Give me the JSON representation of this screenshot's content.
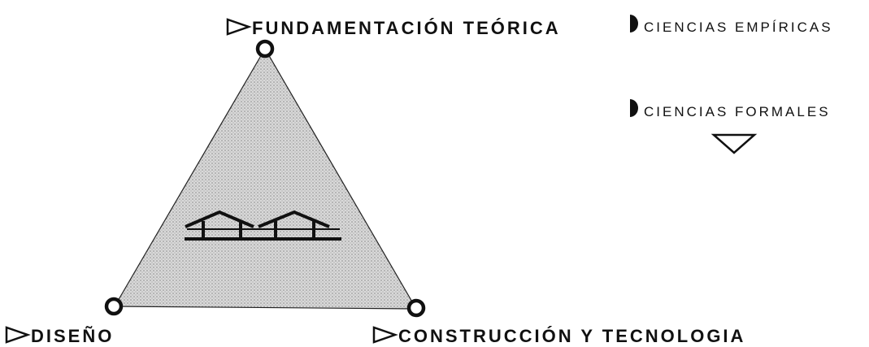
{
  "diagram": {
    "vertices": {
      "top": "FUNDAMENTACIÓN TEÓRICA",
      "bottom_left": "DISEÑO",
      "bottom_right": "CONSTRUCCIÓN Y TECNOLOGIA"
    },
    "side_items": [
      "CIENCIAS EMPÍRICAS",
      "CIENCIAS FORMALES"
    ],
    "icons": {
      "vertex_marker": "right-pointing-outline-triangle",
      "side_marker": "half-circle",
      "down_marker": "down-pointing-outline-triangle",
      "vertex_node": "ring",
      "center_symbol": "two-house-sections"
    },
    "colors": {
      "fill": "#cfcfcf",
      "ink": "#111111"
    }
  }
}
